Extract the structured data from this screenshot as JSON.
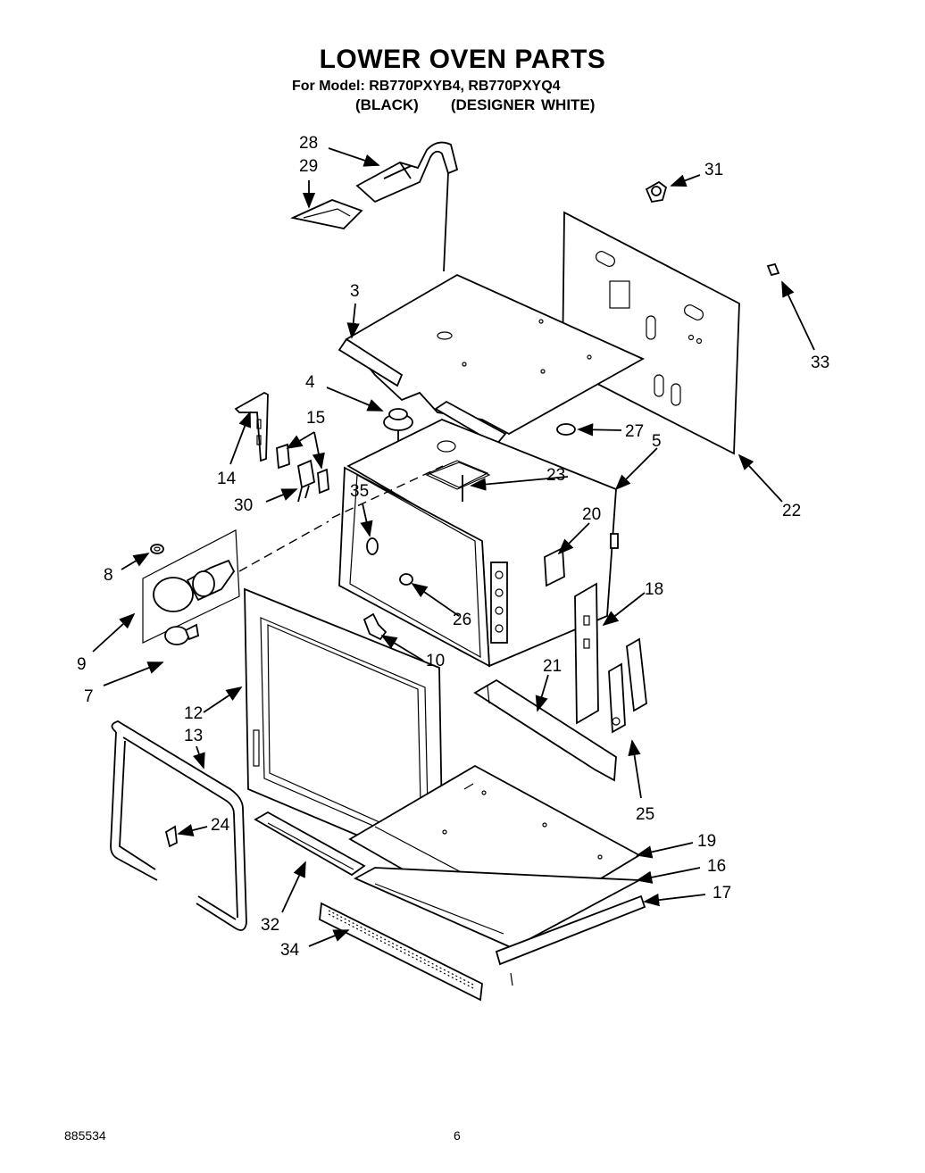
{
  "header": {
    "title": "LOWER OVEN PARTS",
    "model_line": "For Model: RB770PXYB4, RB770PXYQ4",
    "color_black": "(BLACK)",
    "color_white": "(DESIGNER WHITE)"
  },
  "callouts": [
    {
      "id": "28",
      "label": "28"
    },
    {
      "id": "29",
      "label": "29"
    },
    {
      "id": "31",
      "label": "31"
    },
    {
      "id": "3",
      "label": "3"
    },
    {
      "id": "33",
      "label": "33"
    },
    {
      "id": "4",
      "label": "4"
    },
    {
      "id": "15",
      "label": "15"
    },
    {
      "id": "27",
      "label": "27"
    },
    {
      "id": "5",
      "label": "5"
    },
    {
      "id": "14",
      "label": "14"
    },
    {
      "id": "23",
      "label": "23"
    },
    {
      "id": "30",
      "label": "30"
    },
    {
      "id": "35",
      "label": "35"
    },
    {
      "id": "22",
      "label": "22"
    },
    {
      "id": "20",
      "label": "20"
    },
    {
      "id": "8",
      "label": "8"
    },
    {
      "id": "18",
      "label": "18"
    },
    {
      "id": "26",
      "label": "26"
    },
    {
      "id": "9",
      "label": "9"
    },
    {
      "id": "10",
      "label": "10"
    },
    {
      "id": "7",
      "label": "7"
    },
    {
      "id": "21",
      "label": "21"
    },
    {
      "id": "12",
      "label": "12"
    },
    {
      "id": "13",
      "label": "13"
    },
    {
      "id": "25",
      "label": "25"
    },
    {
      "id": "24",
      "label": "24"
    },
    {
      "id": "19",
      "label": "19"
    },
    {
      "id": "16",
      "label": "16"
    },
    {
      "id": "17",
      "label": "17"
    },
    {
      "id": "32",
      "label": "32"
    },
    {
      "id": "34",
      "label": "34"
    }
  ],
  "footer": {
    "part_number": "885534",
    "page_number": "6"
  }
}
